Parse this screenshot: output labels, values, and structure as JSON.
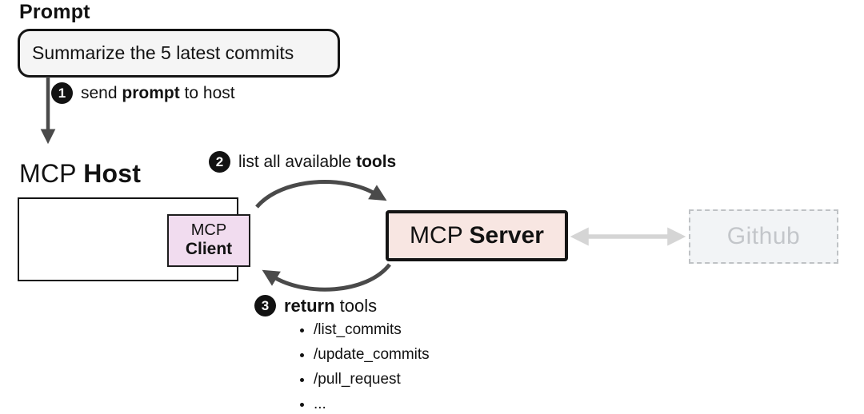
{
  "prompt": {
    "title": "Prompt",
    "bubble_text": "Summarize the 5 latest commits"
  },
  "steps": {
    "step1": {
      "num": "1",
      "pre": "send ",
      "bold": "prompt",
      "post": " to host"
    },
    "step2": {
      "num": "2",
      "pre": "list all available ",
      "bold": "tools",
      "post": ""
    },
    "step3": {
      "num": "3",
      "pre": "",
      "bold": "return",
      "post": " tools"
    }
  },
  "host": {
    "label_regular": "MCP ",
    "label_bold": "Host"
  },
  "client": {
    "line1": "MCP",
    "line2": "Client"
  },
  "server": {
    "label_regular": "MCP ",
    "label_bold": "Server"
  },
  "github": {
    "label": "Github"
  },
  "tools": {
    "items": [
      "/list_commits",
      "/update_commits",
      "/pull_request",
      "..."
    ]
  },
  "colors": {
    "bubble_fill": "#f5f5f5",
    "client_fill": "#f1dcef",
    "server_fill": "#f8e6e2",
    "github_fill": "#f2f4f6",
    "github_text": "#c3c6ca",
    "border_dark": "#141414",
    "arrow_dark": "#4a4a4a",
    "arrow_light": "#d5d5d5"
  }
}
